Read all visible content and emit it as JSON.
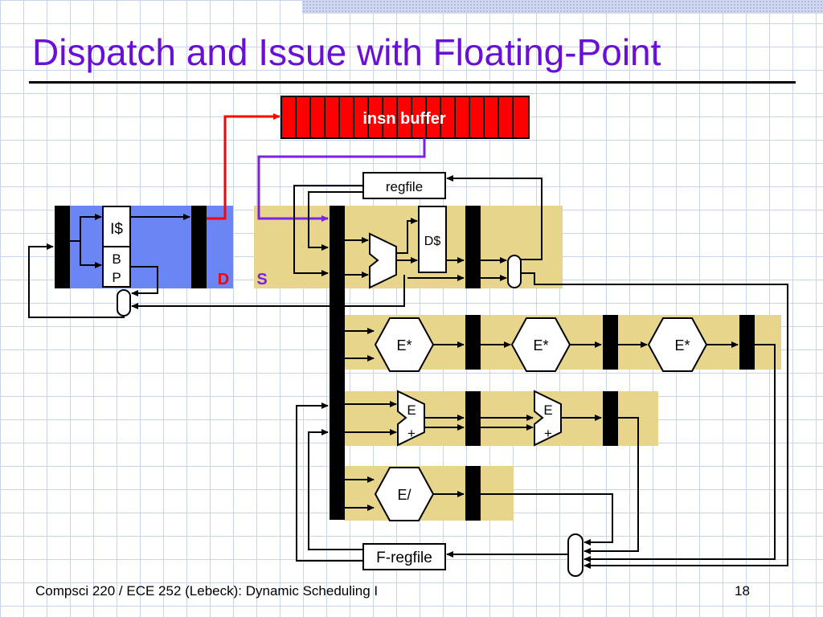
{
  "slide": {
    "title": "Dispatch and Issue with Floating-Point",
    "footer": "Compsci 220 / ECE 252 (Lebeck): Dynamic Scheduling I",
    "page_number": "18"
  },
  "diagram": {
    "insn_buffer_label": "insn buffer",
    "regfile_label": "regfile",
    "icache_label": "I$",
    "bp_label_line1": "B",
    "bp_label_line2": "P",
    "dcache_label": "D$",
    "stage_d_label": "D",
    "stage_s_label": "S",
    "emul_label": "E*",
    "eadd_label_line1": "E",
    "eadd_label_line2": "+",
    "ediv_label": "E/",
    "fregfile_label": "F-regfile"
  },
  "colors": {
    "title": "#6a0fd8",
    "insn_buffer": "#ff0000",
    "fetch_region": "#6a86f5",
    "exec_region": "#e8d58c",
    "stage_d": "#ff0000",
    "stage_s": "#7a22e0",
    "wire_fetch_to_buffer": "#ff0000",
    "wire_buffer_to_dispatch": "#7a22e0"
  }
}
